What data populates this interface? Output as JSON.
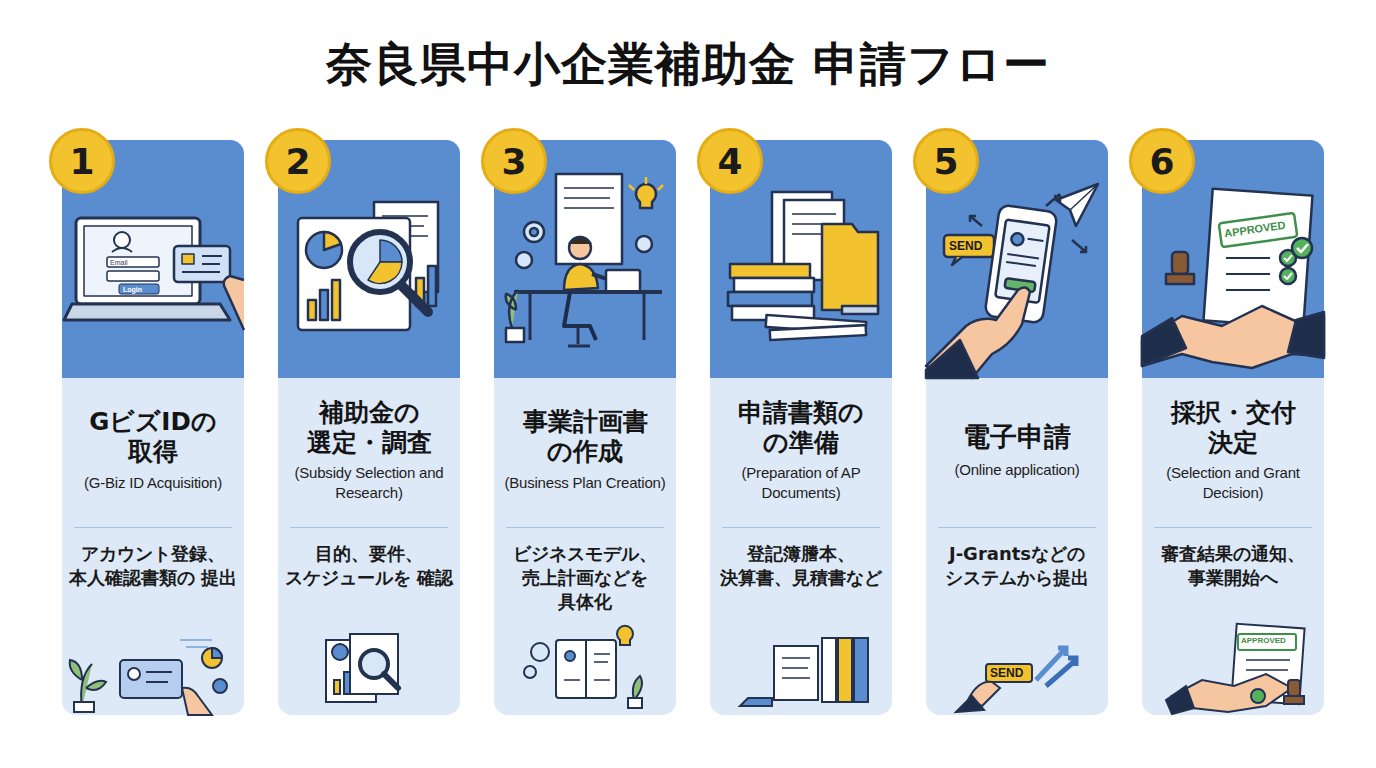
{
  "diagram": {
    "title": "奈良県中小企業補助金 申請フロー",
    "nodes": [
      {
        "text": [
          "GビズIDの 取得",
          "(G-Biz ID Acquisition)",
          "アカウント登録、 本人確認書類の 提出"
        ]
      },
      {
        "text": [
          "1"
        ],
        "in": 0
      },
      {
        "text": [
          "補助金の 選定・調査",
          "(Subsidy Selection and Research)",
          "目的、要件、 スケジュールを 確認"
        ]
      },
      {
        "text": [
          "2"
        ],
        "in": 2
      },
      {
        "text": [
          "事業計画書 の作成",
          "(Business Plan Creation)",
          "ビジネスモデル、 売上計画などを 具体化"
        ]
      },
      {
        "text": [
          "3"
        ],
        "in": 4
      },
      {
        "text": [
          "申請書類の の準備",
          "(Preparation of AP Documents)",
          "登記簿謄本、 決算書、見積書など"
        ]
      },
      {
        "text": [
          "4"
        ],
        "in": 6
      },
      {
        "text": [
          "電子申請",
          "(Online application)",
          "J-Grantsなどの システムから提出"
        ]
      },
      {
        "text": [
          "5"
        ],
        "in": 8
      },
      {
        "text": [
          "採択・交付 決定",
          "(Selection and Grant Decision)",
          "審査結果の通知、 事業開始へ"
        ]
      },
      {
        "text": [
          "6"
        ],
        "in": 10
      }
    ],
    "edges": [
      {
        "from": 0,
        "to": 2,
        "arrow": "to"
      },
      {
        "from": 2,
        "to": 4,
        "arrow": "to"
      },
      {
        "from": 4,
        "to": 6,
        "arrow": "to"
      },
      {
        "from": 6,
        "to": 8,
        "arrow": "to"
      },
      {
        "from": 8,
        "to": 10,
        "arrow": "to"
      }
    ],
    "labels": [
      "Email",
      "Login",
      "SEND",
      "SEND",
      "APPROVED",
      "APPROVED"
    ]
  }
}
